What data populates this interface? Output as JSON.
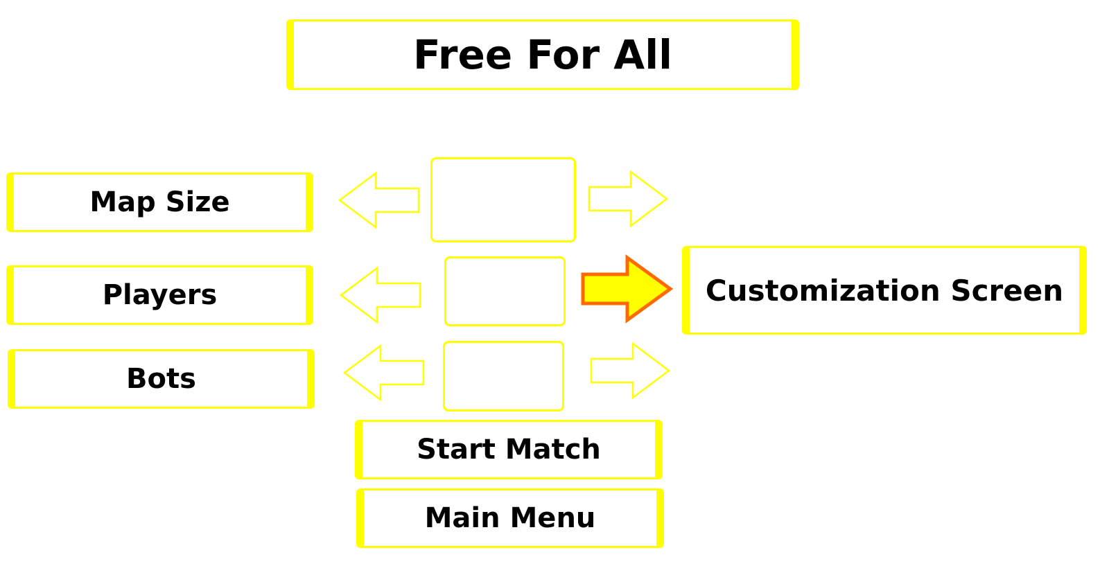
{
  "title": "Free For All",
  "settings": [
    {
      "label": "Map Size",
      "value": ""
    },
    {
      "label": "Players",
      "value": ""
    },
    {
      "label": "Bots",
      "value": ""
    }
  ],
  "buttons": {
    "customization": "Customization Screen",
    "start_match": "Start Match",
    "main_menu": "Main Menu"
  },
  "selected_control": "players-right-arrow",
  "colors": {
    "panel_border": "#ffff00",
    "arrow_outline": "#ffff00",
    "selected_arrow_fill": "#ffff00",
    "selected_arrow_outline": "#ff6a00",
    "text": "#000000"
  },
  "icons": {
    "left_arrow": "left-arrow-icon",
    "right_arrow": "right-arrow-icon"
  }
}
